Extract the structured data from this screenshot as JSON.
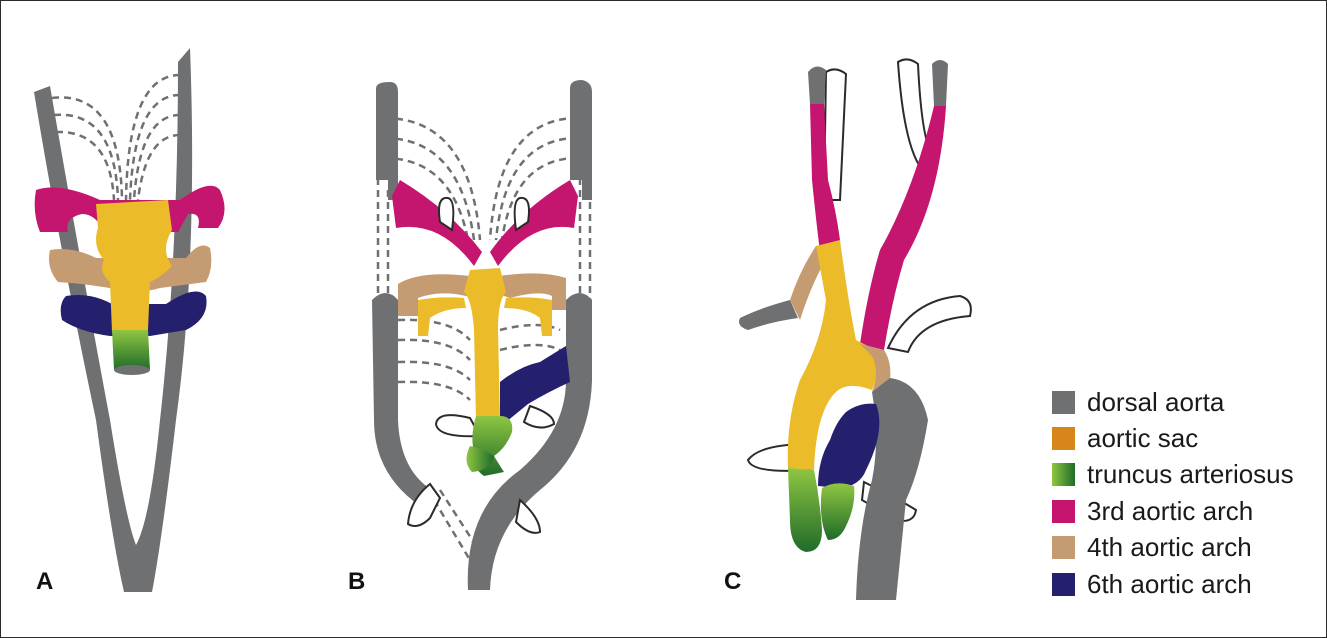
{
  "panels": {
    "a": "A",
    "b": "B",
    "c": "C"
  },
  "legend": [
    {
      "label": "dorsal aorta",
      "color": "#6f7072"
    },
    {
      "label": "aortic sac",
      "color": "#d7861a"
    },
    {
      "label": "truncus arteriosus",
      "color": "#3f9a35"
    },
    {
      "label": "3rd aortic arch",
      "color": "#c4156f"
    },
    {
      "label": "4th aortic arch",
      "color": "#c59b72"
    },
    {
      "label": "6th aortic arch",
      "color": "#25206e"
    }
  ],
  "colors": {
    "dorsal_aorta": "#6f7072",
    "aortic_sac_fill": "#ebbb2a",
    "arch3": "#c4156f",
    "arch4": "#c59b72",
    "arch6": "#25206e",
    "truncus_light": "#8fc641",
    "truncus_dark": "#1f6b2a",
    "dashed": "#6f7072"
  }
}
